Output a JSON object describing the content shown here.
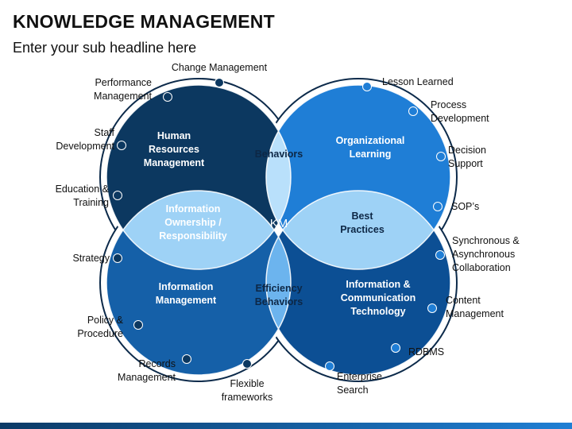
{
  "header": {
    "title": "KNOWLEDGE MANAGEMENT",
    "subtitle": "Enter your sub headline here"
  },
  "colors": {
    "navy": "#0c3860",
    "blue": "#1f7ed6",
    "mid_blue": "#1560a8",
    "dark_blue": "#0c4f94",
    "light_blue": "#9ed2f6",
    "pale_blue": "#b9e0fb",
    "center": "#0d2745",
    "outline": "#0c2a4a"
  },
  "regions": {
    "hr": [
      "Human",
      "Resources",
      "Management"
    ],
    "org": [
      "Organizational",
      "Learning"
    ],
    "info_mgmt": [
      "Information",
      "Management"
    ],
    "ict": [
      "Information &",
      "Communication",
      "Technology"
    ],
    "behaviors": [
      "Behaviors"
    ],
    "ownership": [
      "Information",
      "Ownership /",
      "Responsibility"
    ],
    "best": [
      "Best",
      "Practices"
    ],
    "efficiency": [
      "Efficiency",
      "Behaviors"
    ],
    "km": [
      "KM"
    ]
  },
  "labels": {
    "change_mgmt": [
      "Change Management"
    ],
    "performance_mgmt": [
      "Performance",
      "Management"
    ],
    "staff_dev": [
      "Staff",
      "Development"
    ],
    "education": [
      "Education &",
      "Training"
    ],
    "strategy": [
      "Strategy"
    ],
    "policy": [
      "Policy &",
      "Procedure"
    ],
    "records": [
      "Records",
      "Management"
    ],
    "flexible": [
      "Flexible",
      "frameworks"
    ],
    "lesson": [
      "Lesson Learned"
    ],
    "process": [
      "Process",
      "Development"
    ],
    "decision": [
      "Decision",
      "Support"
    ],
    "sops": [
      "SOP’s"
    ],
    "sync": [
      "Synchronous &",
      "Asynchronous",
      "Collaboration"
    ],
    "content": [
      "Content",
      "Management"
    ],
    "rdbms": [
      "RDBMS"
    ],
    "enterprise": [
      "Enterprise",
      "Search"
    ]
  }
}
